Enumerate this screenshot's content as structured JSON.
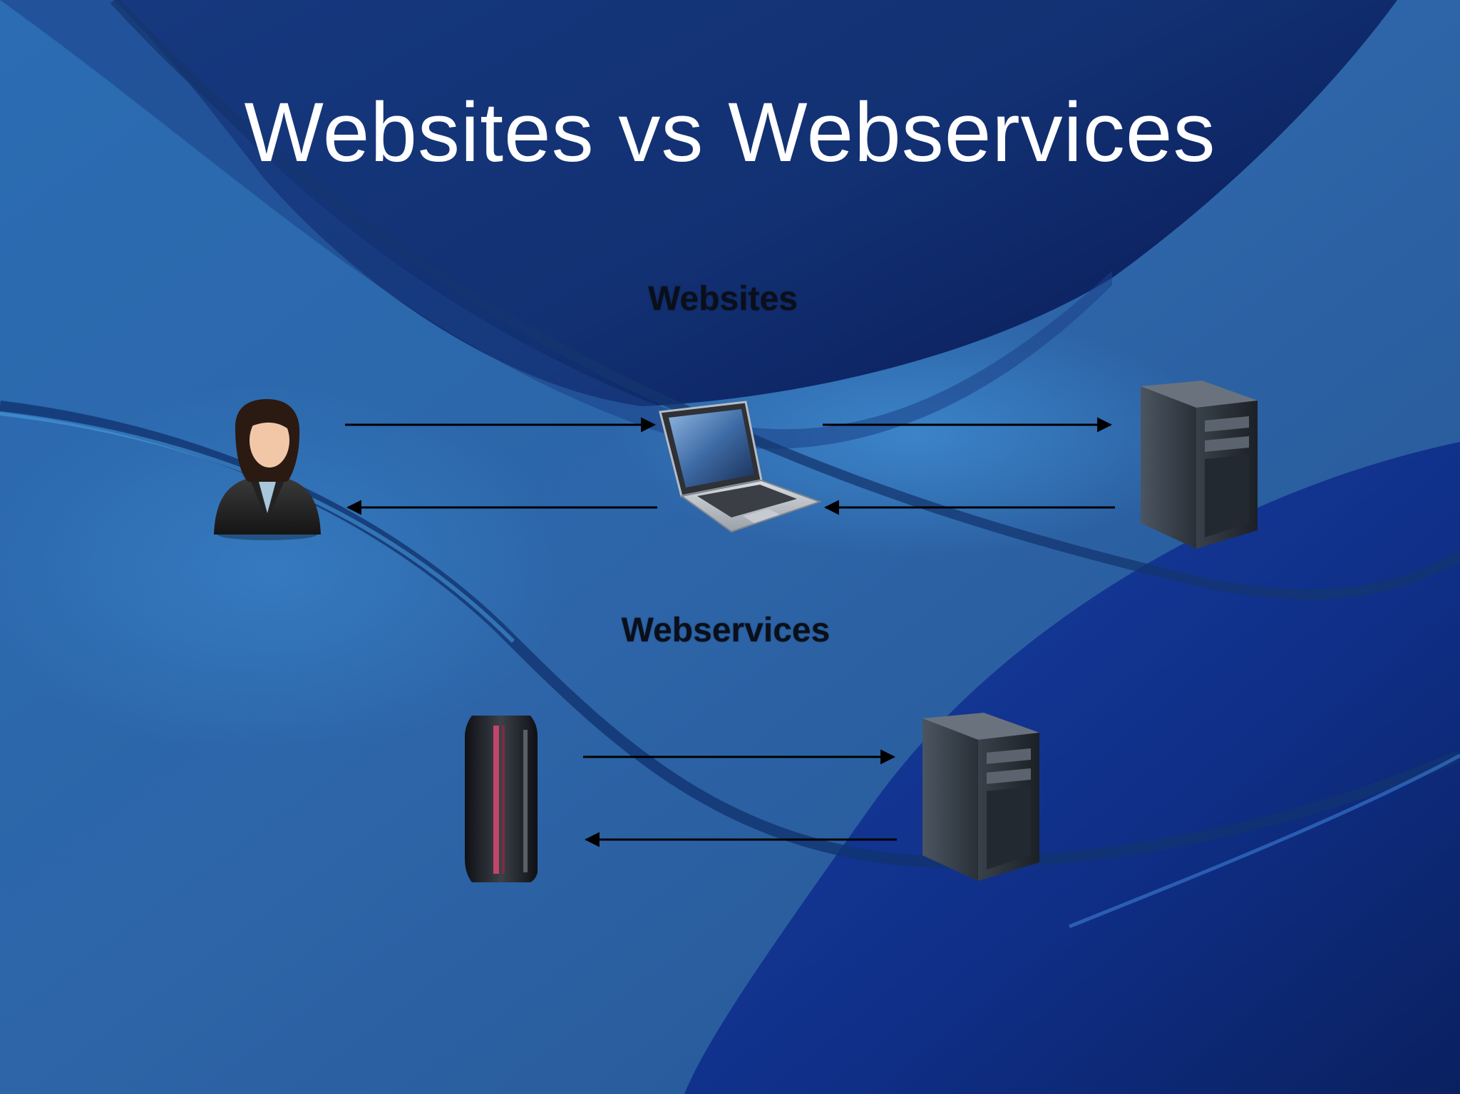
{
  "slide": {
    "title": "Websites vs Webservices",
    "sections": [
      {
        "label": "Websites"
      },
      {
        "label": "Webservices"
      }
    ]
  },
  "icons": {
    "user": "businesswoman-avatar-icon",
    "browser": "laptop-icon",
    "web_server": "tower-server-icon",
    "client_system": "mainframe-rack-icon",
    "service_server": "tower-server-icon"
  },
  "colors": {
    "background": "#2a5f9e",
    "dark_band": "#0c2b7a",
    "title_text": "#ffffff",
    "label_text": "#0a0f1a",
    "arrow": "#000000"
  }
}
